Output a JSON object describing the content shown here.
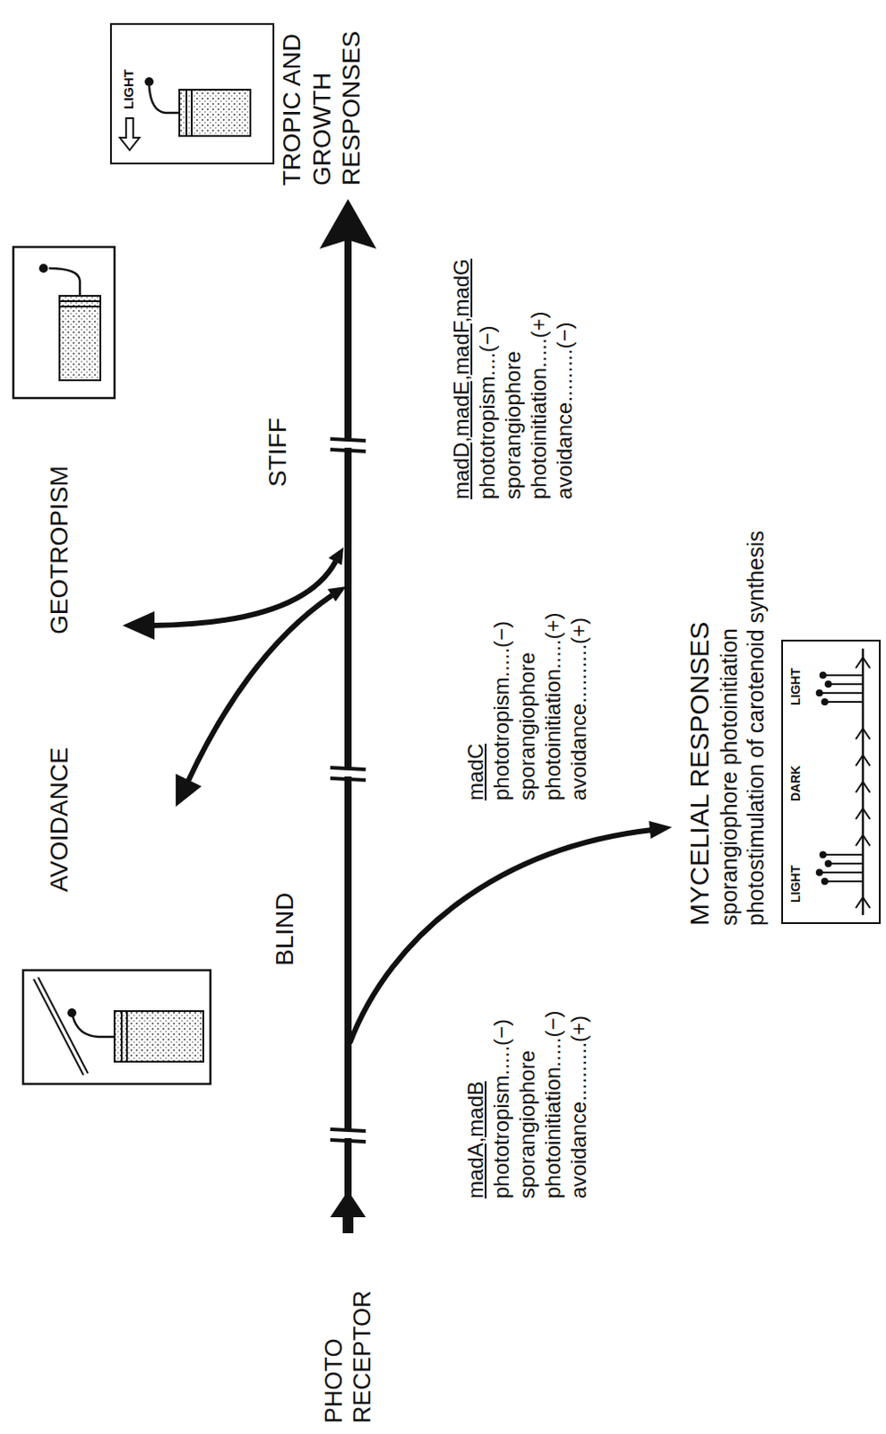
{
  "diagram": {
    "nodes": [
      {
        "text": [
          "LIGHT"
        ]
      },
      {
        "text": [
          "LIGHT",
          "DARK",
          "LIGHT"
        ]
      }
    ],
    "labels": [
      "PHOTO RECEPTOR",
      "AVOIDANCE",
      "GEOTROPISM",
      "BLIND",
      "STIFF",
      "TROPIC AND GROWTH RESPONSES",
      "madA,madB",
      "phototropism.....(−)",
      "sporangiophore photoinitiation.....(−)",
      "avoidance..........(+)",
      "madC",
      "phototropism.....(−)",
      "sporangiophore photoinitiation.....(+)",
      "avoidance..........(+)",
      "madD,madE,madF,madG",
      "phototropism....(−)",
      "sporangiophore photoinitiation.....(+)",
      "avoidance.........(−)",
      "MYCELIAL RESPONSES",
      "sporangiophore photoinitiation",
      "photostimulation of carotenoid synthesis"
    ]
  }
}
